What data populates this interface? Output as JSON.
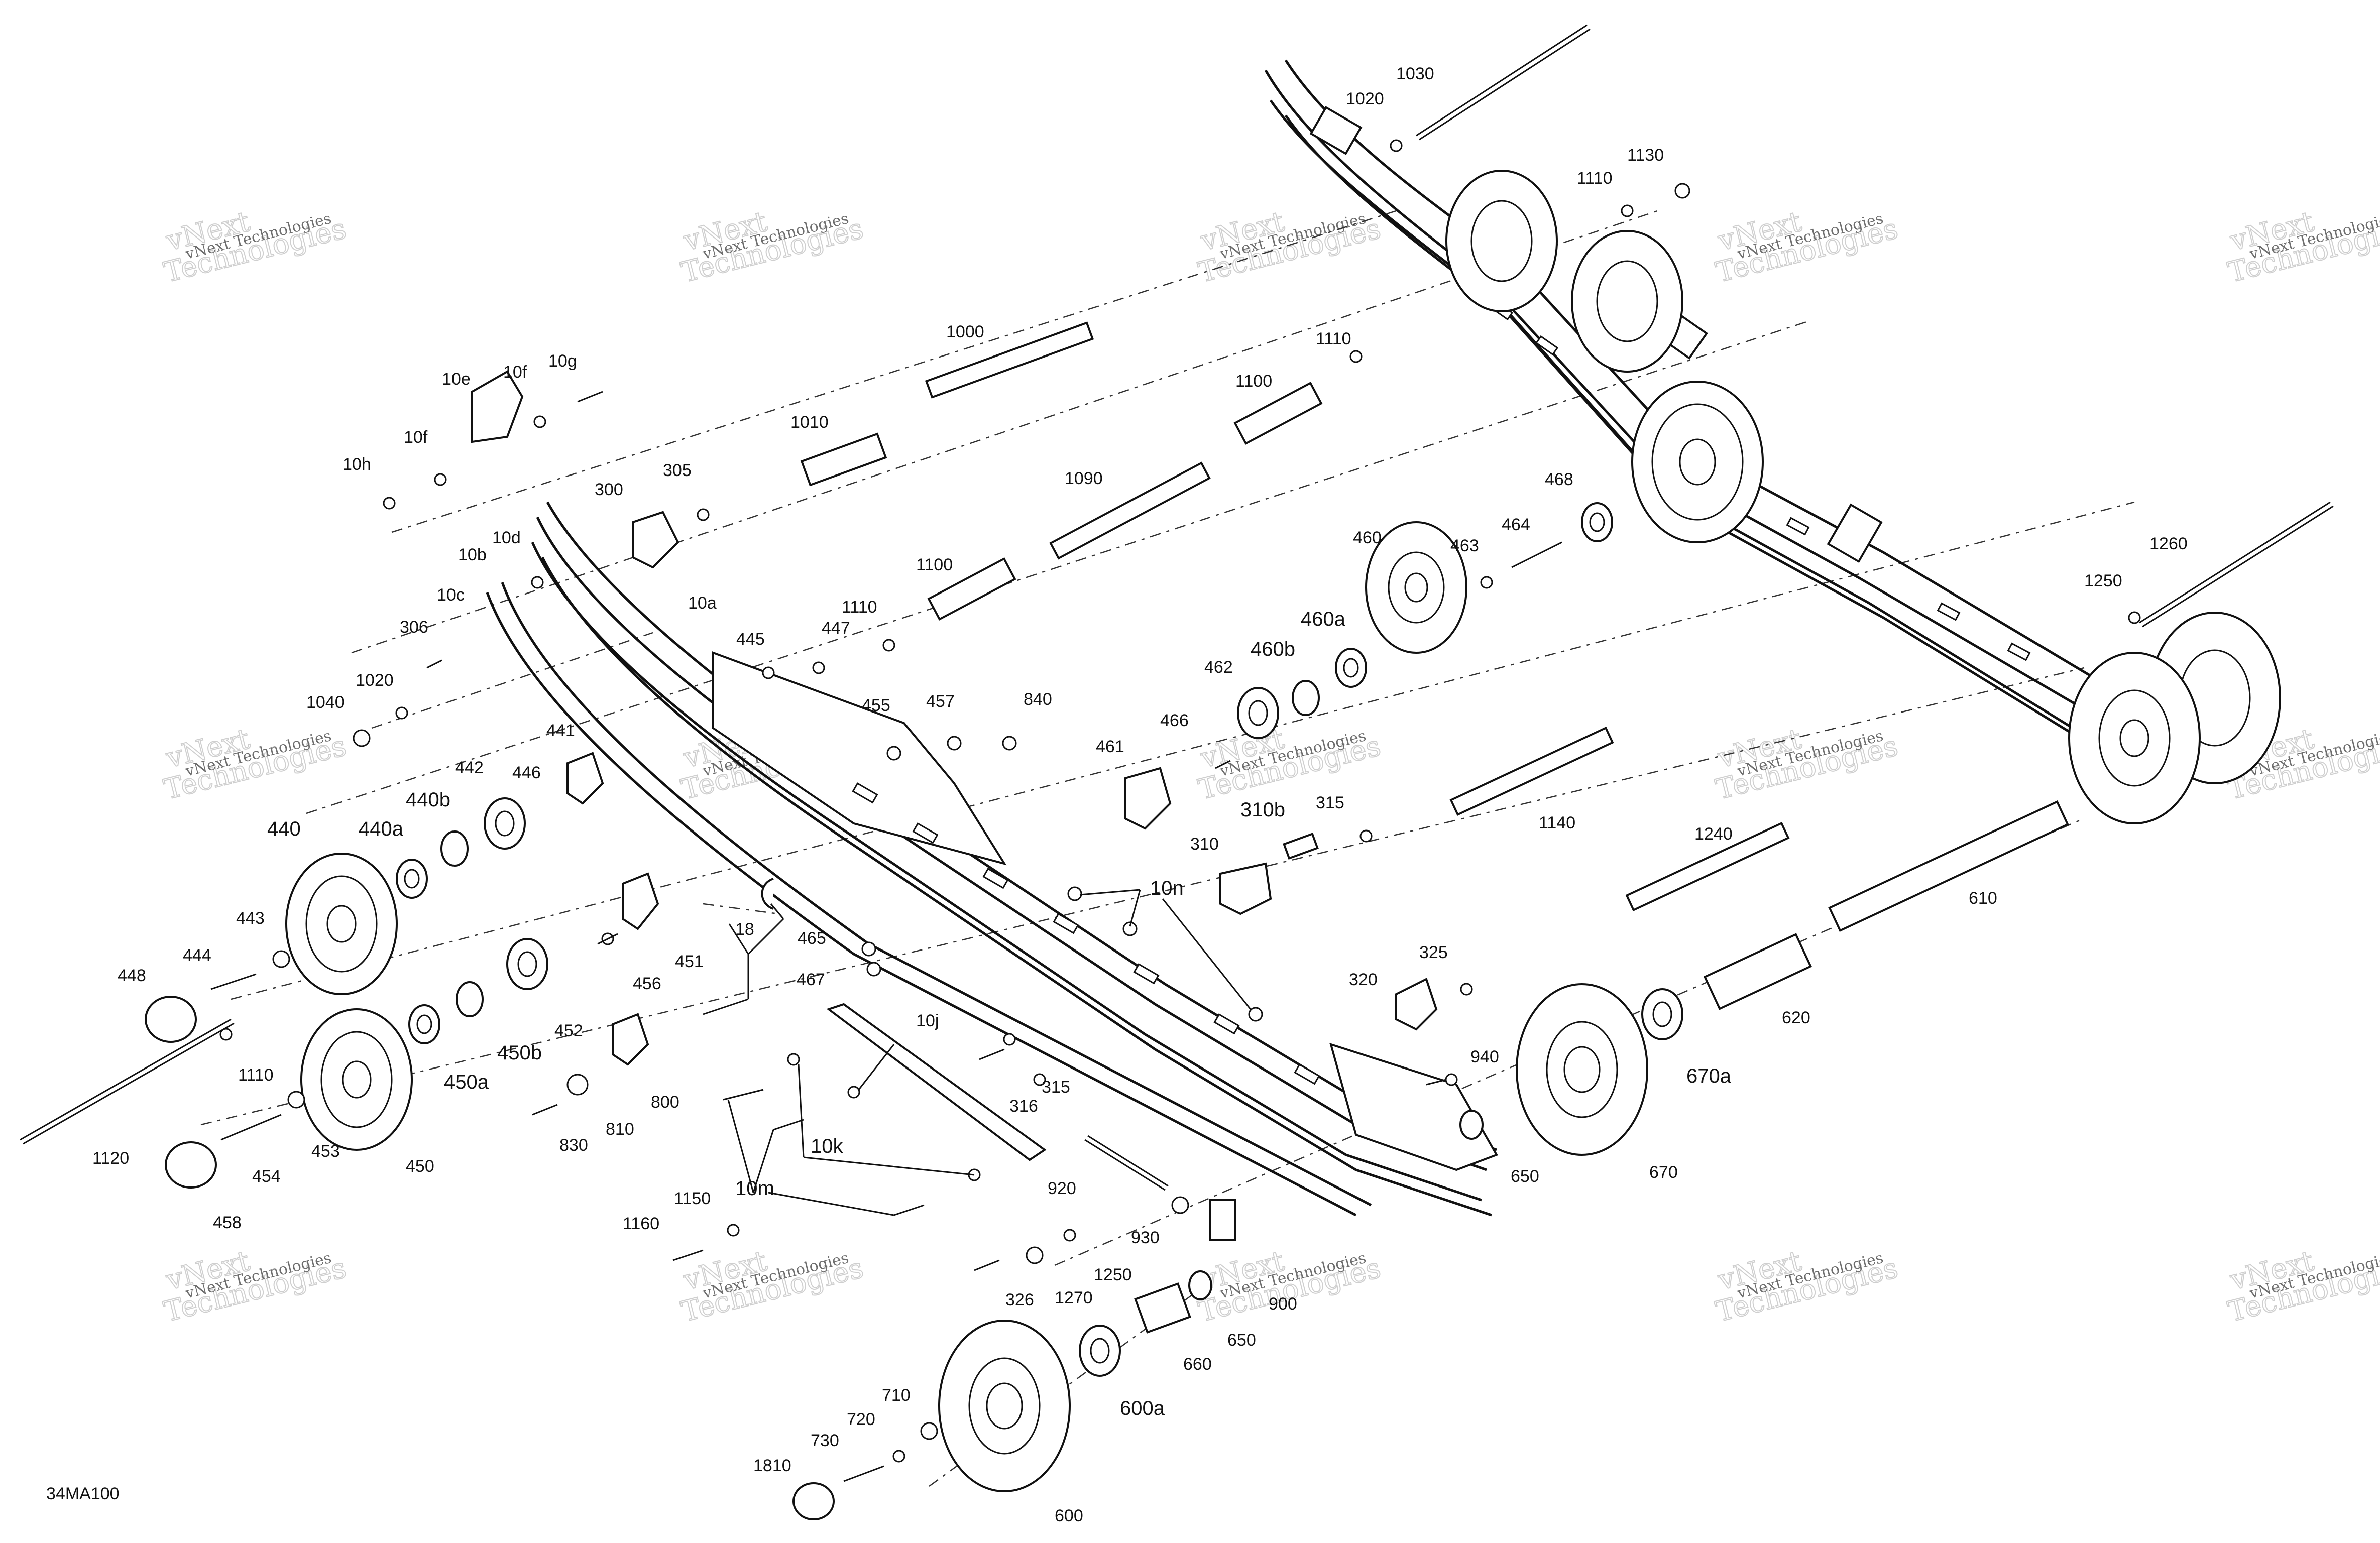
{
  "diagram_code": "34MA100",
  "watermark": {
    "line1": "vNext Technologies",
    "line2": "vNext",
    "line3": "Technologies"
  },
  "labels": {
    "l1030": "1030",
    "l1020a": "1020",
    "l1110a": "1110",
    "l1130": "1130",
    "l1000": "1000",
    "l1110b": "1110",
    "l1100a": "1100",
    "l1010": "1010",
    "l1090": "1090",
    "l1100b": "1100",
    "l1110c": "1110",
    "l10g": "10g",
    "l10e": "10e",
    "l10f_top": "10f",
    "l10f": "10f",
    "l10h": "10h",
    "l300": "300",
    "l305": "305",
    "l10d": "10d",
    "l10b": "10b",
    "l10a": "10a",
    "l10c": "10c",
    "l306": "306",
    "l1020b": "1020",
    "l1040": "1040",
    "l445": "445",
    "l447": "447",
    "l468": "468",
    "l464": "464",
    "l463": "463",
    "l460": "460",
    "l460a": "460a",
    "l460b": "460b",
    "l462": "462",
    "l1260": "1260",
    "l1250a": "1250",
    "l441": "441",
    "l442": "442",
    "l446": "446",
    "l440b": "440b",
    "l440a": "440a",
    "l440": "440",
    "l455": "455",
    "l457": "457",
    "l840": "840",
    "l461": "461",
    "l466": "466",
    "l310b": "310b",
    "l315a": "315",
    "l310": "310",
    "l1140": "1140",
    "l1240": "1240",
    "l610": "610",
    "l10n": "10n",
    "l18": "18",
    "l443": "443",
    "l444": "444",
    "l448": "448",
    "l465": "465",
    "l467": "467",
    "l451": "451",
    "l456": "456",
    "l452": "452",
    "l450b": "450b",
    "l450a": "450a",
    "l1110d": "1110",
    "l1120": "1120",
    "l453": "453",
    "l454": "454",
    "l458": "458",
    "l450": "450",
    "l830": "830",
    "l810": "810",
    "l800": "800",
    "l10j": "10j",
    "l315b": "315",
    "l316": "316",
    "l10k": "10k",
    "l10m": "10m",
    "l320": "320",
    "l325": "325",
    "l620": "620",
    "l670a": "670a",
    "l940": "940",
    "l650a": "650",
    "l670": "670",
    "l920": "920",
    "l930": "930",
    "l1150": "1150",
    "l1160": "1160",
    "l1250b": "1250",
    "l326": "326",
    "l1270": "1270",
    "l900": "900",
    "l650b": "650",
    "l660": "660",
    "l600a": "600a",
    "l710": "710",
    "l720": "720",
    "l730": "730",
    "l1810": "1810",
    "l600": "600"
  }
}
